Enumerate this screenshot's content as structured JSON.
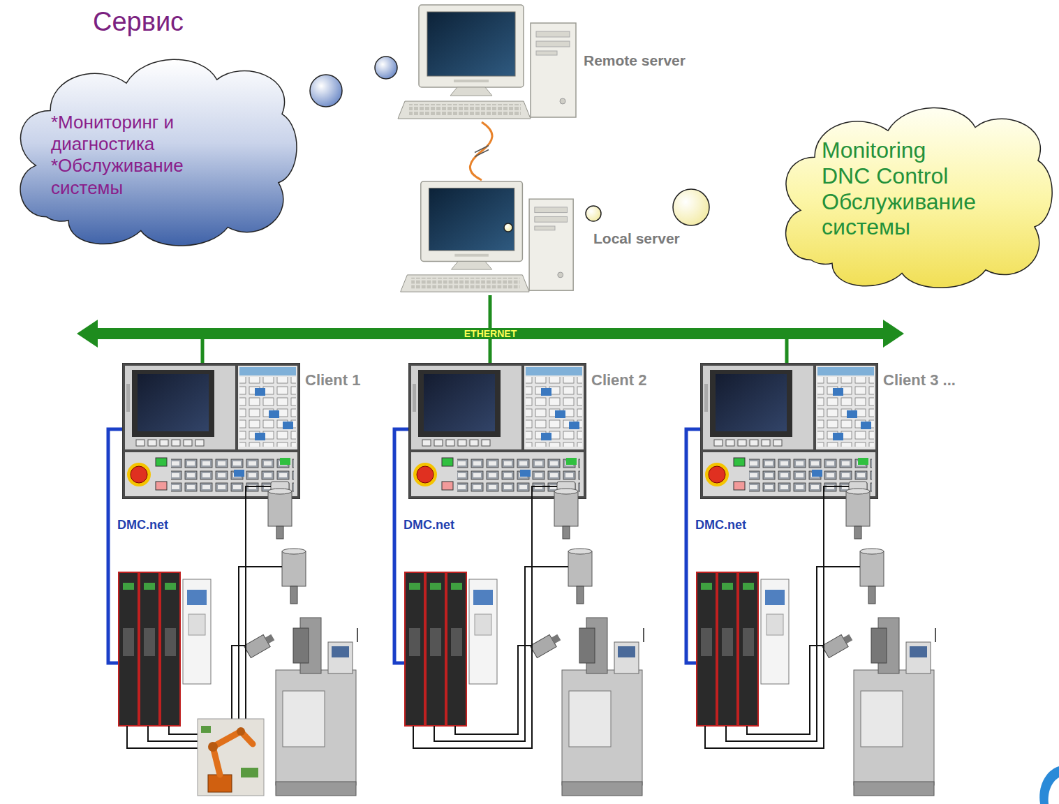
{
  "diagram": {
    "nodes": [
      {
        "text": [
          "Сервис",
          "*Мониторинг и диагностика",
          "*Обслуживание системы"
        ]
      },
      {
        "text": [
          "Remote server"
        ]
      },
      {
        "text": [
          "Monitoring",
          "DNC Control",
          "Обслуживание системы"
        ]
      },
      {
        "text": [
          "Local server"
        ]
      },
      {
        "text": [
          "ETHERNET"
        ]
      },
      {
        "text": [
          "Client 1"
        ]
      },
      {
        "text": [
          "Client 2"
        ]
      },
      {
        "text": [
          "Client 3 ..."
        ]
      }
    ],
    "edges": [
      {
        "from": 1,
        "to": 3,
        "arrow": "none"
      },
      {
        "from": 3,
        "to": 4,
        "arrow": "none"
      },
      {
        "from": 4,
        "to": 5,
        "arrow": "none"
      },
      {
        "from": 4,
        "to": 6,
        "arrow": "none"
      },
      {
        "from": 4,
        "to": 7,
        "arrow": "none"
      }
    ],
    "labels": [
      "DMC.net",
      "DMC.net",
      "DMC.net"
    ]
  }
}
